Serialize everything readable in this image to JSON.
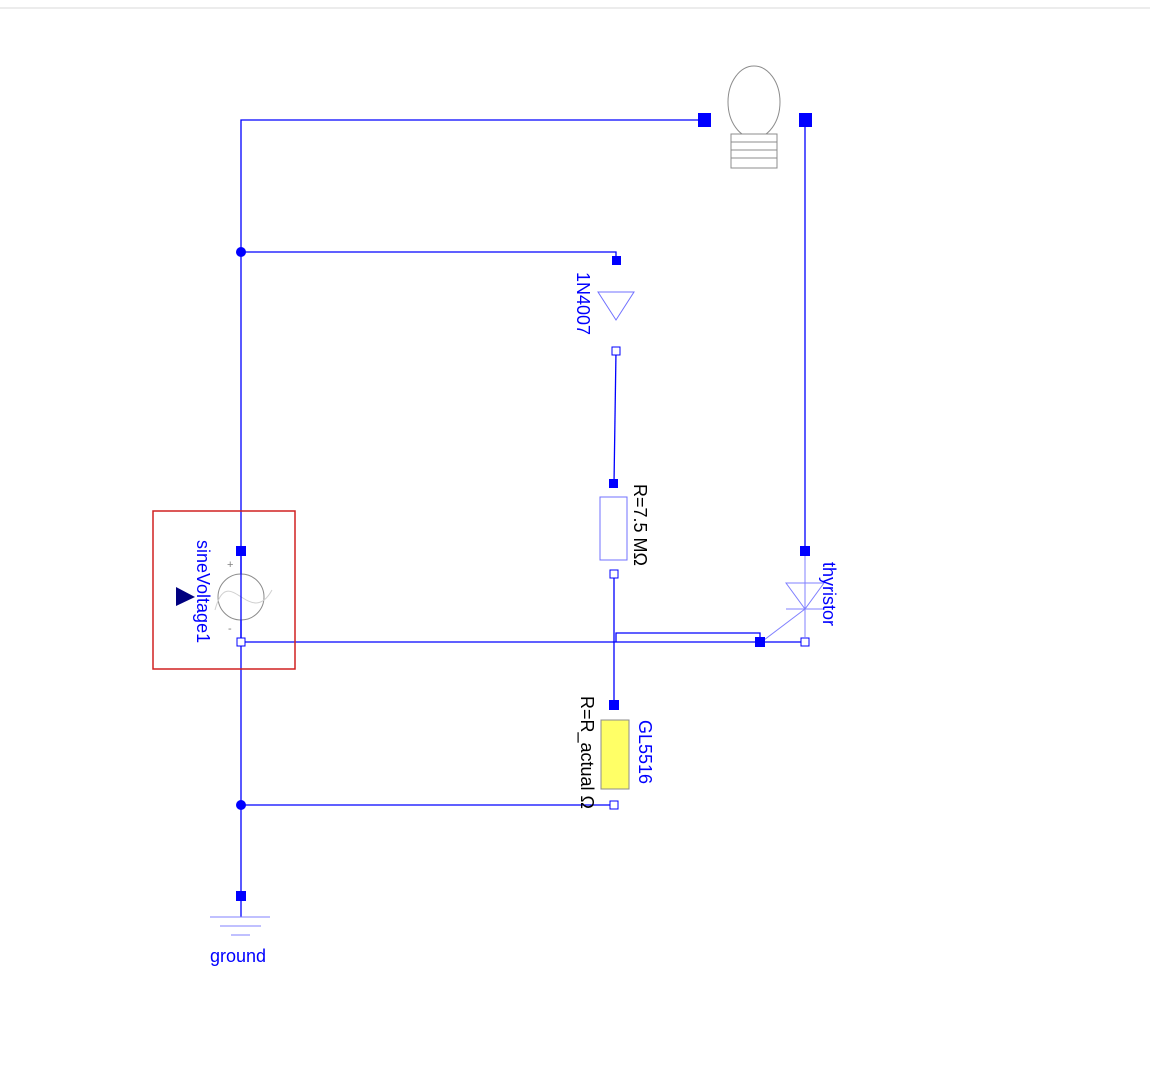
{
  "components": {
    "sine_source": {
      "label": "sineVoltage1",
      "plus": "+",
      "minus": "-",
      "selected": true,
      "selection_color": "#d02020"
    },
    "diode": {
      "label": "1N4007"
    },
    "resistor": {
      "value_label": "R=7.5 MΩ"
    },
    "ldr": {
      "label": "GL5516",
      "value_label": "R=R_actual Ω",
      "fill_color": "#ffff66"
    },
    "thyristor": {
      "label": "thyristor"
    },
    "ground": {
      "label": "ground"
    },
    "lamp": {
      "icon": "light-bulb-icon"
    }
  },
  "colors": {
    "wire": "#0000ff",
    "component_outline": "#8c8c8c",
    "top_divider": "#d9d9d9"
  }
}
